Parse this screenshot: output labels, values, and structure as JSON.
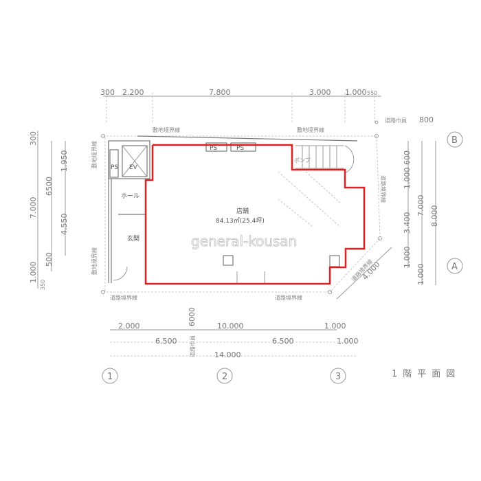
{
  "top_dims": [
    "300",
    "2.200",
    "7.800",
    "3.000",
    "1.000",
    "550"
  ],
  "left_dims": {
    "d300": "300",
    "d1950": "1.950",
    "d6500": "6500",
    "d7000": "7.000",
    "d4550": "4.550",
    "d500": "500",
    "d1000": "1.000",
    "d350": "350"
  },
  "right_dims": {
    "d600": "600",
    "d1000a": "1.000",
    "d3400": "3.400",
    "d1000b": "1.000",
    "d7000": "7.000",
    "d8000": "8.000",
    "d1000c": "1.000",
    "d800": "800",
    "diag": "4.000"
  },
  "bottom_dims": {
    "d2000": "2.000",
    "d10000": "10.000",
    "d1000": "1.000",
    "d6500a": "6.500",
    "d6500b": "6.500",
    "d1000b": "1.000",
    "d14000": "14.000",
    "d6000": "6000"
  },
  "boundary_labels": {
    "top_left": "敷地境界線",
    "top_right": "敷地境界線",
    "left_top": "敷地境界線",
    "left_bottom": "敷地境界線",
    "bottom_left": "道路境界線",
    "bottom_right": "道路境界線",
    "right": "道路境界線",
    "diag": "道路境界線",
    "road_width_right": "道路巾員",
    "road_width_bottom": "道路巾員"
  },
  "rooms": {
    "ps1": "PS",
    "ps2": "PS",
    "ps3": "PS",
    "ev": "EV",
    "hall": "ホール",
    "entrance": "玄関",
    "pump": "ポンプ",
    "shop": "店舗",
    "shop_area": "84.13㎡(25.4坪)"
  },
  "axes": {
    "a1": "1",
    "a2": "2",
    "a3": "3",
    "aA": "A",
    "aB": "B"
  },
  "title": "1階平面図",
  "watermark": "general-kousan",
  "colors": {
    "highlight": "#e02020"
  }
}
